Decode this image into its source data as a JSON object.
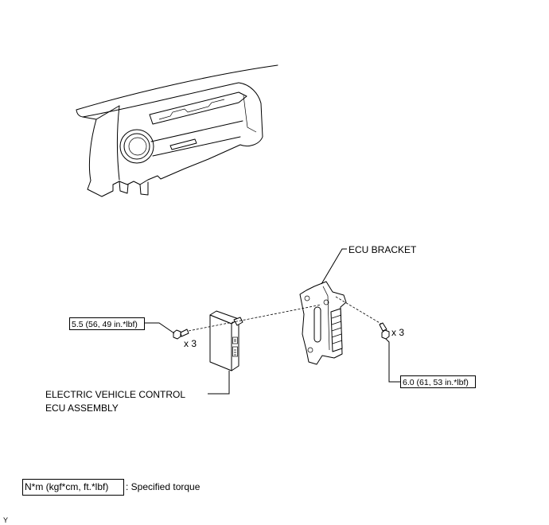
{
  "callouts": {
    "ecu_bracket": "ECU BRACKET",
    "ecu_assembly": [
      "ELECTRIC VEHICLE CONTROL",
      "ECU ASSEMBLY"
    ]
  },
  "fasteners": [
    {
      "torque": "5.5 (56, 49 in.*lbf)",
      "quantity": "x 3"
    },
    {
      "torque": "6.0 (61, 53 in.*lbf)",
      "quantity": "x 3"
    }
  ],
  "legend": {
    "unit_box": "N*m (kgf*cm, ft.*lbf)",
    "description": ": Specified torque"
  },
  "corner_mark": "Y"
}
